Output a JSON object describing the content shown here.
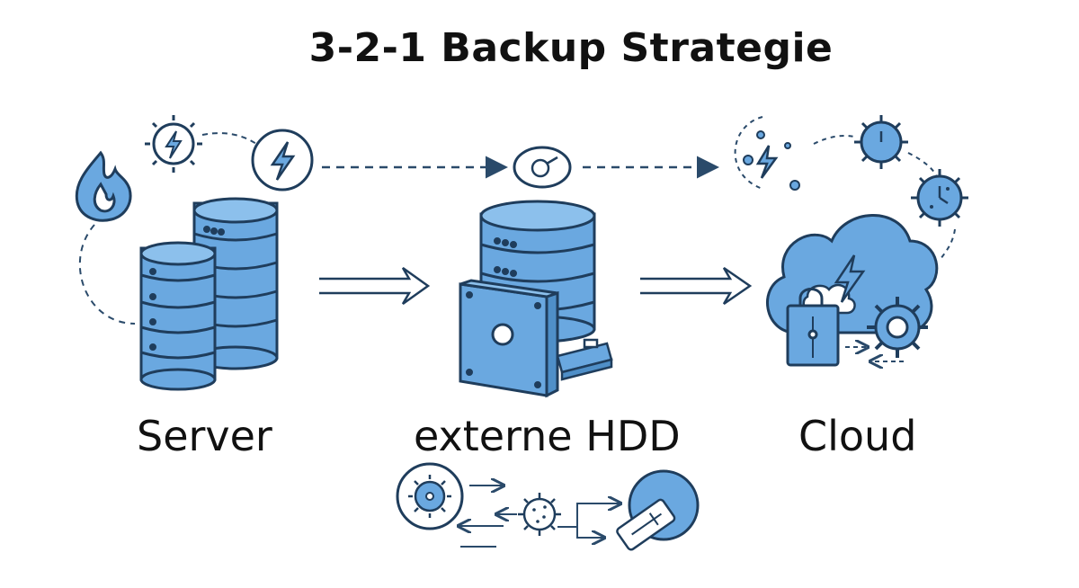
{
  "title": "3-2-1 Backup Strategie",
  "nodes": [
    {
      "label": "Server"
    },
    {
      "label": "externe HDD"
    },
    {
      "label": "Cloud"
    }
  ],
  "colors": {
    "fill": "#6aa8e0",
    "fill_light": "#8cc0ec",
    "stroke": "#1f3d5c",
    "dash": "#2a4a6a"
  },
  "icons": [
    "fire-icon",
    "lightning-icon",
    "virus-icon",
    "clock-icon",
    "cloud-icon",
    "lock-icon",
    "gear-icon",
    "key-icon"
  ]
}
